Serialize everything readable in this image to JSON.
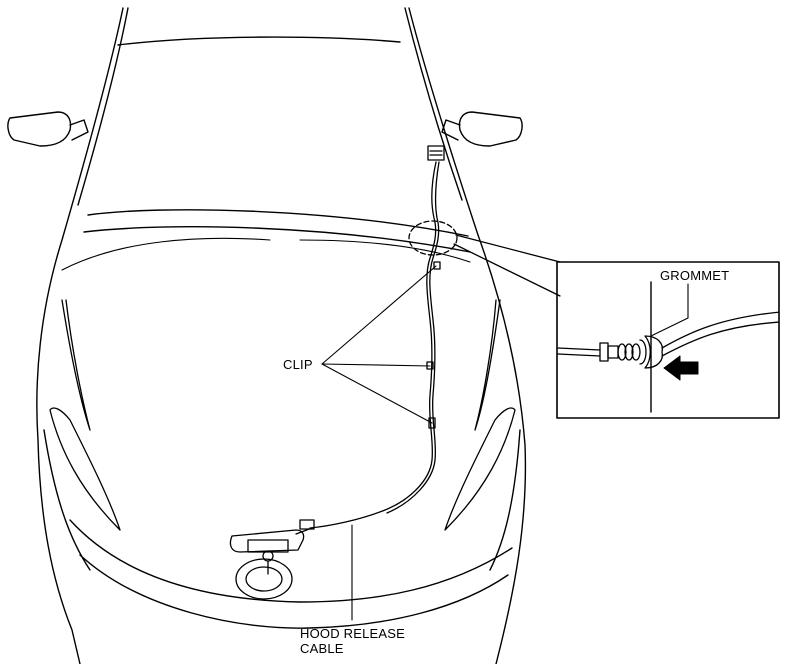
{
  "labels": {
    "clip": "CLIP",
    "grommet": "GROMMET",
    "hood_release_cable_line1": "HOOD RELEASE",
    "hood_release_cable_line2": "CABLE"
  }
}
